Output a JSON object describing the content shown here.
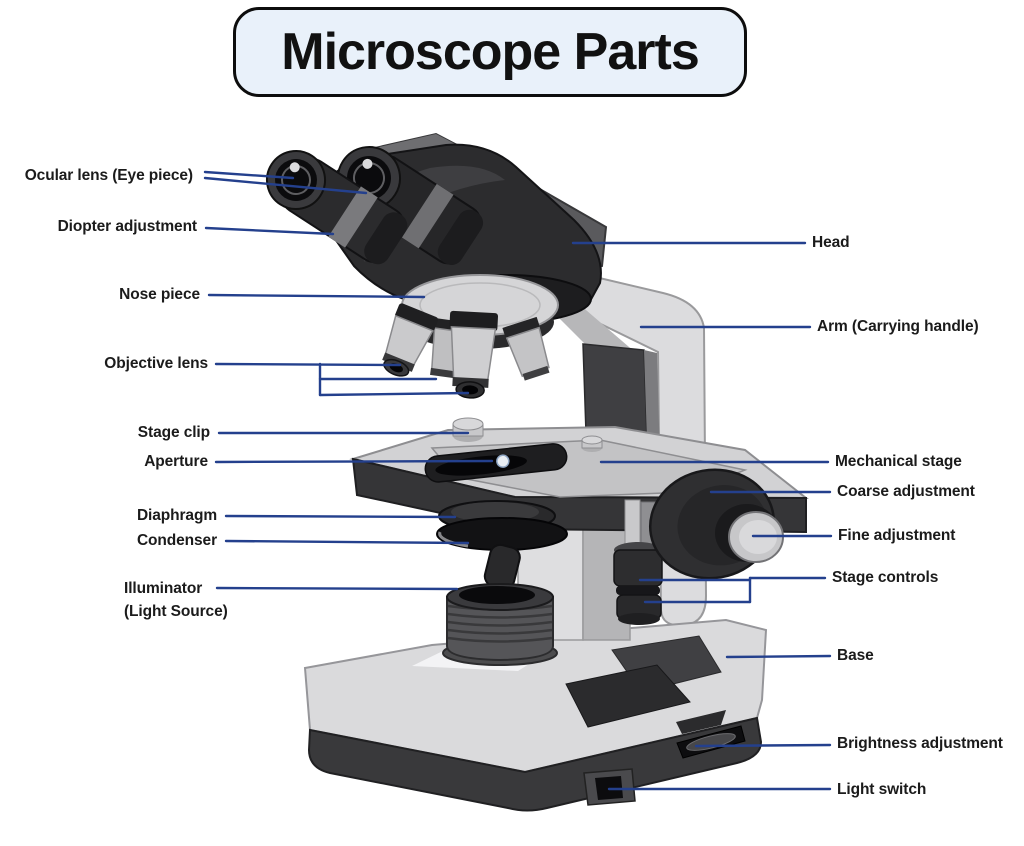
{
  "title": "Microscope Parts",
  "diagram": {
    "left_labels": [
      "Ocular lens (Eye piece)",
      "Diopter adjustment",
      "Nose piece",
      "Objective lens",
      "Stage clip",
      "Aperture",
      "Diaphragm",
      "Condenser"
    ],
    "illuminator_label": {
      "line1": "Illuminator",
      "line2": "(Light Source)"
    },
    "right_labels": [
      "Head",
      "Arm (Carrying handle)",
      "Mechanical stage",
      "Coarse adjustment",
      "Fine adjustment",
      "Stage controls",
      "Base",
      "Brightness adjustment",
      "Light switch"
    ],
    "colors": {
      "leader_line": "#24408d",
      "label_text": "#1b1b1b",
      "title_background": "#e9f1fa",
      "title_border": "#0d0d0d",
      "background": "#ffffff"
    }
  }
}
